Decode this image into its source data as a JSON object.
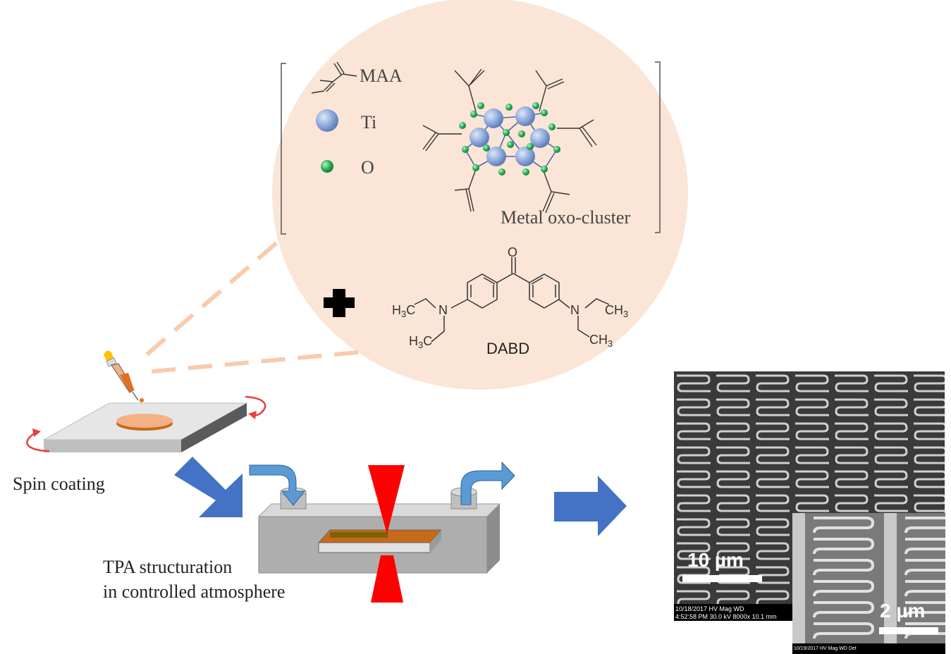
{
  "legend": {
    "maa_label": "MAA",
    "ti_label": "Ti",
    "o_label": "O"
  },
  "cluster_label": "Metal oxo-cluster",
  "dabd": {
    "name": "DABD",
    "carbonyl_o": "O",
    "n_left": "N",
    "n_right": "N",
    "h3c_top": "H3C",
    "h3c_bottom": "H3C",
    "ch3_top": "CH3",
    "ch3_bottom": "CH3"
  },
  "steps": {
    "spin_coating": "Spin coating",
    "tpa_line1": "TPA structuration",
    "tpa_line2": "in controlled atmosphere"
  },
  "sem": {
    "scale_large": "10 µm",
    "scale_small": "2 µm",
    "info_large": "10/18/2017   HV   Mag   WD",
    "info_large_2": "4:52:58 PM  30.0 kV  8000x  10.1 mm",
    "info_small": "10/19/2017   HV   Mag   WD   Det"
  },
  "colors": {
    "bubble": "#fbe5d6",
    "dash": "#f8cbad",
    "arrow_blue": "#4472c4",
    "gas_arrow": "#5b9bd5",
    "laser_red": "#ff0000",
    "film_orange": "#f4b183",
    "ti_atom": "#8faadc",
    "o_atom": "#00b050",
    "spin_red": "#e84040"
  }
}
